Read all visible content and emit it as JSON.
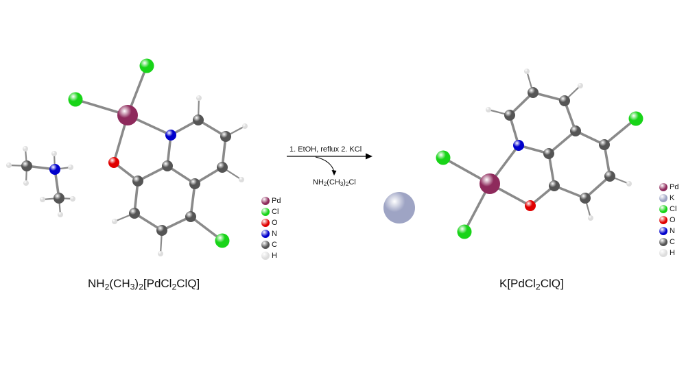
{
  "colors": {
    "Pd": "#8e2a5c",
    "K": "#9ea4c4",
    "Cl": "#18d418",
    "O": "#e00000",
    "N": "#0000cc",
    "C": "#555555",
    "H": "#dddddd",
    "bond": "#8a8a8a"
  },
  "reaction": {
    "conditions": "1. EtOH, reflux  2. KCl",
    "byproduct": {
      "prefix": "NH",
      "sub1": "2",
      "mid": "(CH",
      "sub2": "3",
      "suffix1": ")",
      "sub3": "2",
      "suffix2": "Cl"
    }
  },
  "left_caption": {
    "a": "NH",
    "s1": "2",
    "b": "(CH",
    "s2": "3",
    "c": ")",
    "s3": "2",
    "d": "[PdCl",
    "s4": "2",
    "e": "ClQ]"
  },
  "right_caption": {
    "a": "K[PdCl",
    "s1": "2",
    "b": "ClQ]"
  },
  "left_legend": [
    {
      "label": "Pd",
      "element": "Pd"
    },
    {
      "label": "Cl",
      "element": "Cl"
    },
    {
      "label": "O",
      "element": "O"
    },
    {
      "label": "N",
      "element": "N"
    },
    {
      "label": "C",
      "element": "C"
    },
    {
      "label": "H",
      "element": "H"
    }
  ],
  "right_legend": [
    {
      "label": "Pd",
      "element": "Pd"
    },
    {
      "label": "K",
      "element": "K"
    },
    {
      "label": "Cl",
      "element": "Cl"
    },
    {
      "label": "O",
      "element": "O"
    },
    {
      "label": "N",
      "element": "N"
    },
    {
      "label": "C",
      "element": "C"
    },
    {
      "label": "H",
      "element": "H"
    }
  ]
}
